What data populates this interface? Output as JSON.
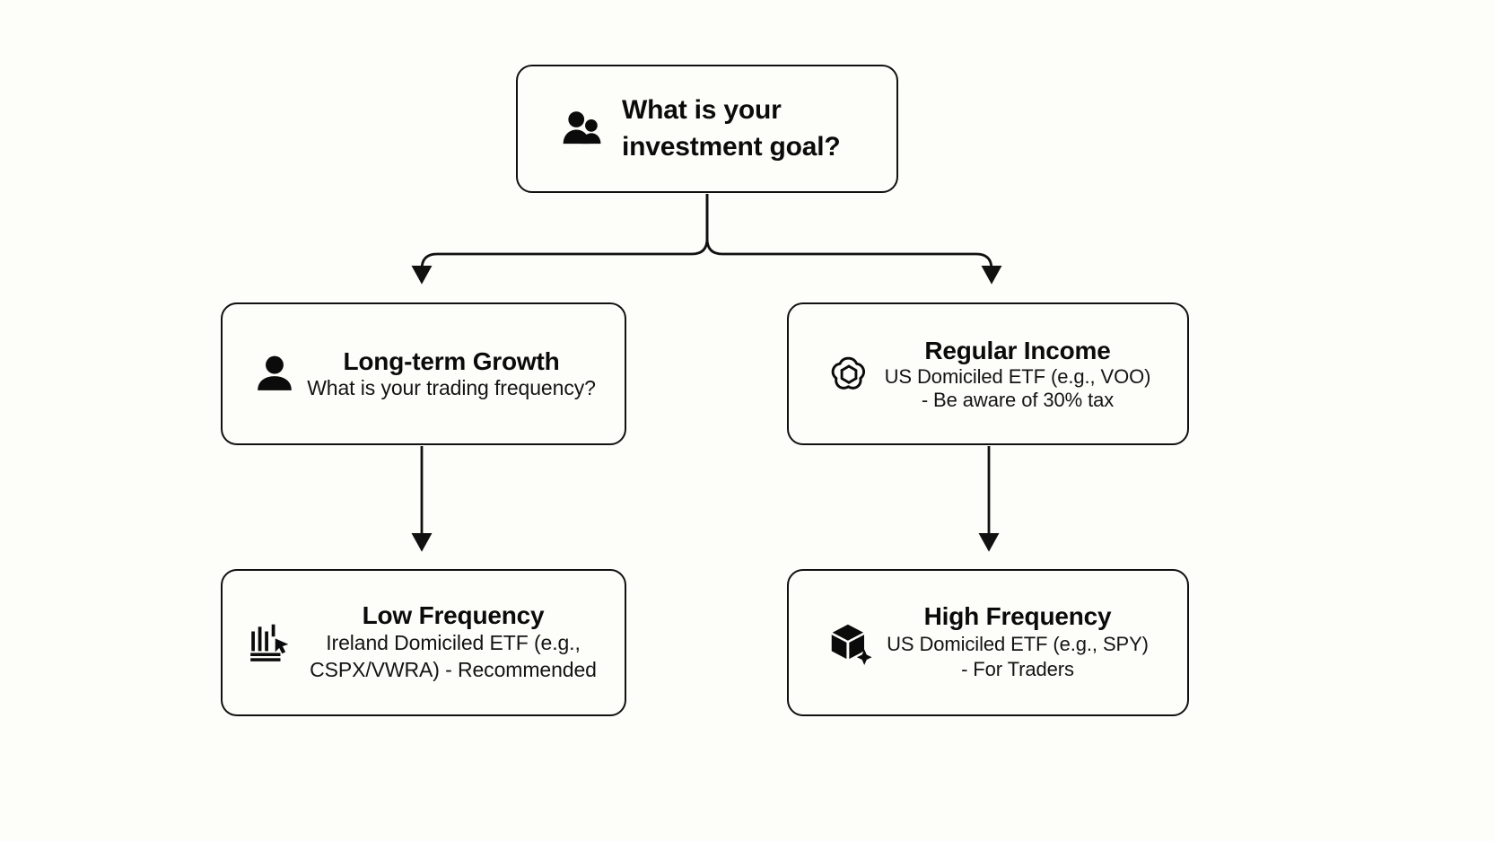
{
  "diagram": {
    "type": "flowchart",
    "background_color": "#fdfdf9",
    "stroke_color": "#111111",
    "text_color": "#0b0b0b",
    "nodes": [
      {
        "id": "root",
        "icon": "people-icon",
        "title": "What is your investment goal?",
        "subtitle": ""
      },
      {
        "id": "left",
        "icon": "person-icon",
        "title": "Long-term Growth",
        "subtitle": "What is your trading frequency?"
      },
      {
        "id": "right",
        "icon": "openai-knot-icon",
        "title": "Regular Income",
        "subtitle_line1": "US Domiciled ETF (e.g., VOO)",
        "subtitle_line2": "- Be aware of 30% tax"
      },
      {
        "id": "left-leaf",
        "icon": "bar-chart-cursor-icon",
        "title": "Low Frequency",
        "subtitle": "Ireland Domiciled ETF (e.g., CSPX/VWRA) - Recommended"
      },
      {
        "id": "right-leaf",
        "icon": "cube-sparkle-icon",
        "title": "High Frequency",
        "subtitle_line1": "US Domiciled ETF (e.g., SPY)",
        "subtitle_line2": "- For Traders"
      }
    ],
    "edges": [
      {
        "from": "root",
        "to": "left",
        "arrow": true
      },
      {
        "from": "root",
        "to": "right",
        "arrow": true
      },
      {
        "from": "left",
        "to": "left-leaf",
        "arrow": true
      },
      {
        "from": "right",
        "to": "right-leaf",
        "arrow": true
      }
    ]
  }
}
